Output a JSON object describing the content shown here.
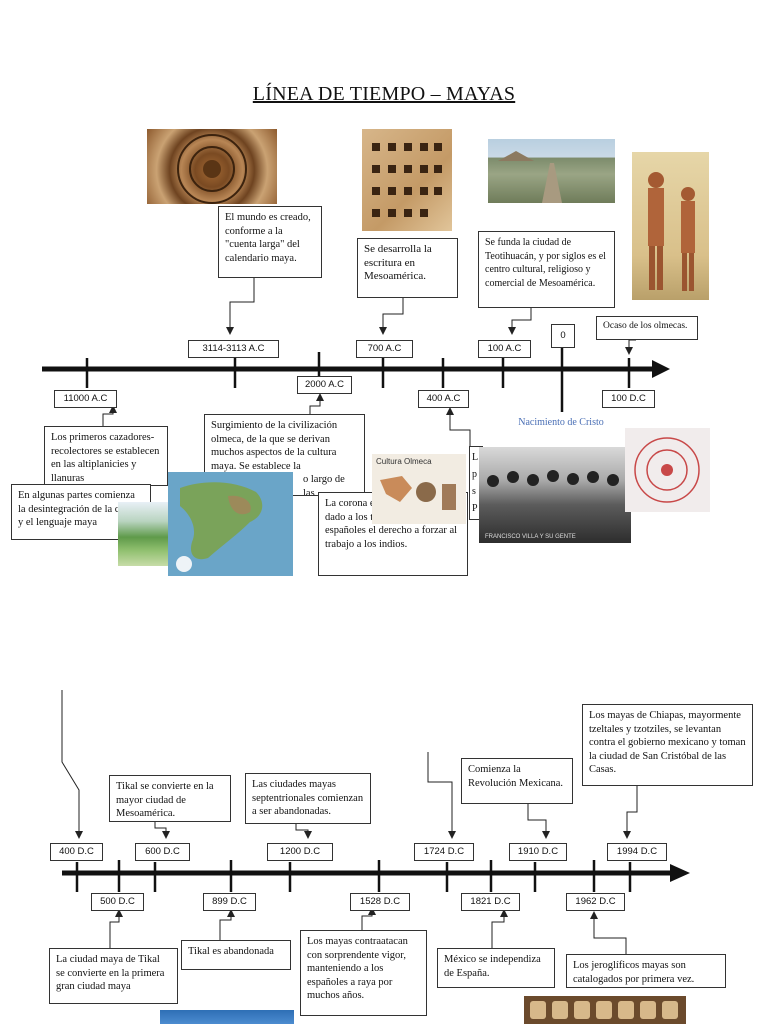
{
  "title": "LÍNEA DE TIEMPO – MAYAS",
  "top": {
    "dates": {
      "d1": "11000 A.C",
      "d2": "3114-3113 A.C",
      "d3": "2000 A.C",
      "d4": "700 A.C",
      "d5": "400 A.C",
      "d6": "100 A.C",
      "d7": "0",
      "d8": "100 D.C"
    },
    "events": {
      "e1": "El mundo es creado, conforme a la \"cuenta larga\" del calendario maya.",
      "e2": "Se desarrolla la escritura en Mesoamérica.",
      "e3": "Se funda la ciudad de Teotihuacán, y por siglos es el centro cultural, religioso y comercial de Mesoamérica.",
      "e4": "Ocaso de los olmecas.",
      "e5": "Nacimiento de Cristo",
      "e6": "Los primeros cazadores-recolectores se establecen en las altiplanicies y llanuras",
      "e7": "En algunas partes comienza la desintegración de la cultura y el lenguaje maya",
      "e8": "Surgimiento de la civilización olmeca, de la que se derivan muchos aspectos de la cultura maya. Se establece la",
      "e8b": "o largo de las",
      "e9": "La corona e sistema de había dado a los terratenientes españoles el derecho a forzar al trabajo a los indios.",
      "e10": "L p s P t"
    },
    "captions": {
      "olmeca": "Cultura Olmeca",
      "villa": "FRANCISCO VILLA Y SU GENTE"
    }
  },
  "bottom": {
    "dates": {
      "d1": "400 D.C",
      "d2": "500 D.C",
      "d3": "600 D.C",
      "d4": "899 D.C",
      "d5": "1200 D.C",
      "d6": "1528 D.C",
      "d7": "1724  D.C",
      "d8": "1821 D.C",
      "d9": "1910 D.C",
      "d10": "1962 D.C",
      "d11": "1994 D.C"
    },
    "events": {
      "e1": "Tikal se convierte en la mayor ciudad de Mesoamérica.",
      "e2": "Las ciudades mayas septentrionales comienzan a ser abandonadas.",
      "e3": "Comienza la Revolución Mexicana.",
      "e4": "Los mayas de Chiapas, mayormente tzeltales y tzotziles, se levantan contra el gobierno mexicano y toman la ciudad de San Cristóbal de las Casas.",
      "e5": "La ciudad maya de Tikal se convierte en la primera gran ciudad maya",
      "e6": "Tikal es abandonada",
      "e7": "Los mayas contraatacan con sorprendente vigor, manteniendo a los españoles a raya por muchos años.",
      "e8": "México se independiza de España.",
      "e9": "Los jeroglíficos mayas son catalogados por primera vez."
    }
  }
}
